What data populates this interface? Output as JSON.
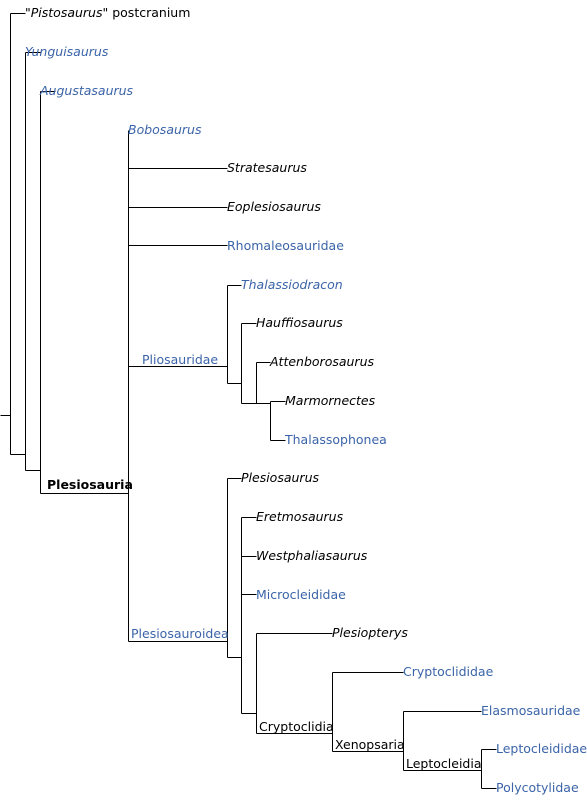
{
  "colors": {
    "link": "#3b64a8",
    "text": "#000000",
    "line": "#000000"
  },
  "taxa": {
    "pistosaurus": {
      "quote_open": "\"",
      "name": "Pistosaurus",
      "rest": "\" postcranium"
    },
    "yunguisaurus": "Yunguisaurus",
    "augustasaurus": "Augustasaurus",
    "bobosaurus": "Bobosaurus",
    "plesiosauria": "Plesiosauria",
    "stratesaurus": "Stratesaurus",
    "eoplesiosaurus": "Eoplesiosaurus",
    "rhomaleosauridae": "Rhomaleosauridae",
    "pliosauridae": "Pliosauridae",
    "thalassiodracon": "Thalassiodracon",
    "hauffiosaurus": "Hauffiosaurus",
    "attenborosaurus": "Attenborosaurus",
    "marmornectes": "Marmornectes",
    "thalassophonea": "Thalassophonea",
    "plesiosauroidea": "Plesiosauroidea",
    "plesiosaurus": "Plesiosaurus",
    "eretmosaurus": "Eretmosaurus",
    "westphaliasaurus": "Westphaliasaurus",
    "microcleididae": "Microcleididae",
    "cryptoclidia": "Cryptoclidia",
    "plesiopterys": "Plesiopterys",
    "cryptoclididae": "Cryptoclididae",
    "xenopsaria": "Xenopsaria",
    "elasmosauridae": "Elasmosauridae",
    "leptocleidia": "Leptocleidia",
    "leptocleididae": "Leptocleididae",
    "polycotylidae": "Polycotylidae"
  }
}
